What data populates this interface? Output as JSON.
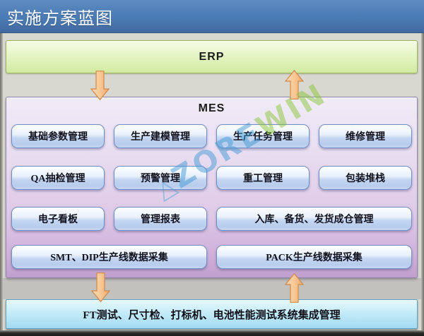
{
  "title": "实施方案蓝图",
  "erp": {
    "label": "ERP"
  },
  "mes": {
    "label": "MES",
    "rows": [
      {
        "items": [
          {
            "label": "基础参数管理"
          },
          {
            "label": "生产建模管理"
          },
          {
            "label": "生产任务管理"
          },
          {
            "label": "维修管理"
          }
        ]
      },
      {
        "items": [
          {
            "label": "QA抽检管理"
          },
          {
            "label": "预警管理"
          },
          {
            "label": "重工管理"
          },
          {
            "label": "包装堆栈"
          }
        ]
      },
      {
        "items": [
          {
            "label": "电子看板"
          },
          {
            "label": "管理报表"
          },
          {
            "label": "入库、备货、发货成仓管理"
          }
        ]
      },
      {
        "items": [
          {
            "label": "SMT、DIP生产线数据采集"
          },
          {
            "label": "PACK生产线数据采集"
          }
        ]
      }
    ]
  },
  "integration": {
    "label": "FT测试、尺寸检、打标机、电池性能测试系统集成管理"
  },
  "watermark": {
    "triangle": "△",
    "text_blue": "ZORE",
    "text_green": "WIN"
  },
  "colors": {
    "header_blue": "#4B7BB5",
    "erp_green": "#D2EAA2",
    "erp_border": "#9BB759",
    "mes_lavender_top": "#F0ECF7",
    "mes_purple_bottom": "#BFA0CD",
    "module_blue": "#B8CCEC",
    "module_border": "#6F8EC6",
    "integration_cyan": "#A2DAF1",
    "arrow_orange_fill": "#F8C896",
    "arrow_orange_border": "#D28A4A",
    "slide_background": "#D8D8D1"
  }
}
